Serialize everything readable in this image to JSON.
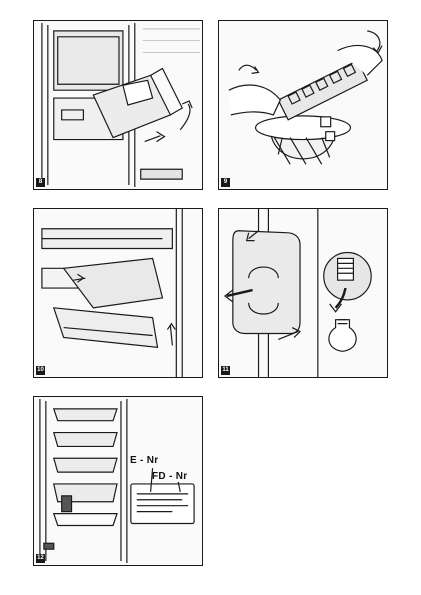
{
  "figures": [
    {
      "id": "fig-drawers",
      "badge": "8"
    },
    {
      "id": "fig-ice",
      "badge": "9"
    },
    {
      "id": "fig-door-shelves",
      "badge": "10"
    },
    {
      "id": "fig-bulb",
      "badge": "11"
    },
    {
      "id": "fig-rating-plate",
      "badge": "12"
    }
  ],
  "rating_plate": {
    "e_nr": "E - Nr",
    "fd_nr": "FD - Nr"
  }
}
